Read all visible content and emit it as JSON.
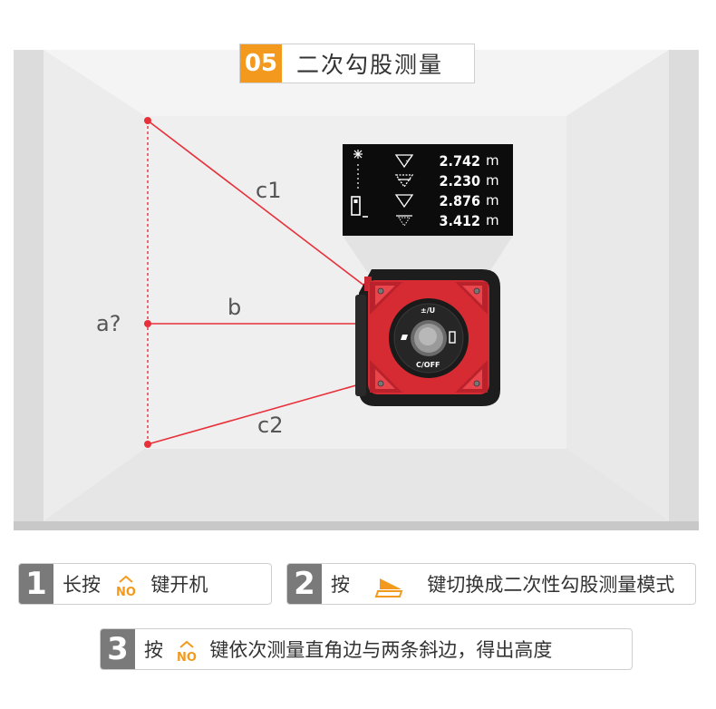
{
  "badge": {
    "number": "05",
    "title": "二次勾股测量"
  },
  "labels": {
    "a": "a?",
    "b": "b",
    "c1": "c1",
    "c2": "c2"
  },
  "lcd": {
    "rows": [
      {
        "icon": "laser-top-triangle-icon",
        "value": "2.742",
        "unit": "m"
      },
      {
        "icon": "laser-mid-triangle-icon",
        "value": "2.230",
        "unit": "m"
      },
      {
        "icon": "laser-bottom-triangle-icon",
        "value": "2.876",
        "unit": "m"
      },
      {
        "icon": "height-result-icon",
        "value": "3.412",
        "unit": "m"
      }
    ]
  },
  "device": {
    "top_button": "±/U",
    "bottom_button": "C/OFF"
  },
  "steps": [
    {
      "number": "1",
      "before": "长按",
      "icon": "measure-no-icon",
      "after": "键开机"
    },
    {
      "number": "2",
      "before": "按",
      "icon": "fold-mode-icon",
      "after": "键切换成二次性勾股测量模式"
    },
    {
      "number": "3",
      "before": "按",
      "icon": "measure-no-icon",
      "after": "键依次测量直角边与两条斜边，得出高度"
    }
  ],
  "icon_text": {
    "no": "NO"
  },
  "colors": {
    "accent": "#f39a1e",
    "laser": "#e8303a",
    "device_red": "#d62b33",
    "step_gray": "#7a7a7a"
  }
}
